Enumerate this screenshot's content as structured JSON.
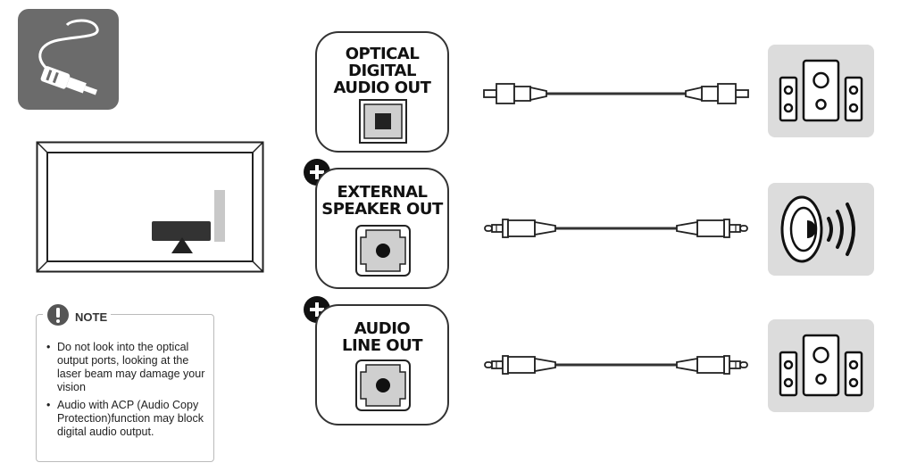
{
  "ports": [
    {
      "label_lines": [
        "OPTICAL",
        "DIGITAL",
        "AUDIO OUT"
      ],
      "connector": "optical-port-icon",
      "cable": "optical-cable",
      "device": "speaker-system-icon"
    },
    {
      "label_lines": [
        "EXTERNAL",
        "SPEAKER OUT"
      ],
      "connector": "audio-jack-port-icon",
      "cable": "audio-jack-cable",
      "device": "loudspeaker-icon"
    },
    {
      "label_lines": [
        "AUDIO",
        "LINE OUT"
      ],
      "connector": "audio-jack-port-icon",
      "cable": "audio-jack-cable",
      "device": "speaker-system-icon"
    }
  ],
  "note": {
    "title": "NOTE",
    "items": [
      "Do not look into the optical output ports, looking at the laser beam may damage your vision",
      "Audio with ACP (Audio Copy Protection)function may block digital audio output."
    ]
  },
  "colors": {
    "tile": "#dcdcdc",
    "dark_tile": "#666666",
    "line": "#333333"
  }
}
